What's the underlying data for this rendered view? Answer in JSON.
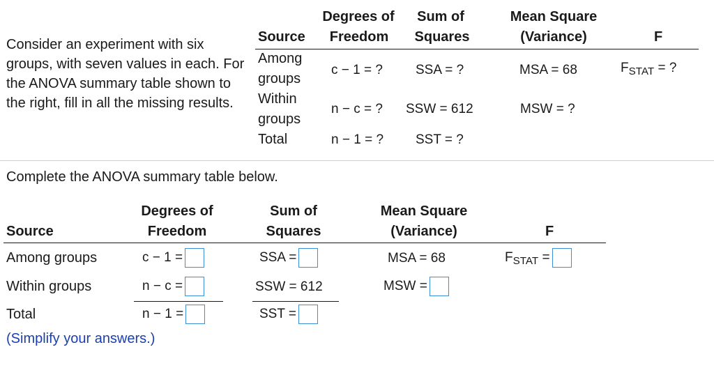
{
  "prompt": "Consider an experiment with six groups, with seven values in each. For the ANOVA summary table shown to the right, fill in all the missing results.",
  "top_table": {
    "headers": {
      "source": "Source",
      "df_line1": "Degrees of",
      "df_line2": "Freedom",
      "ss_line1": "Sum of",
      "ss_line2": "Squares",
      "ms_line1": "Mean Square",
      "ms_line2": "(Variance)",
      "f": "F"
    },
    "rows": [
      {
        "source_line1": "Among",
        "source_line2": "groups",
        "df": "c − 1 = ?",
        "ss": "SSA = ?",
        "ms": "MSA = 68",
        "f_main": "F",
        "f_sub": "STAT",
        "f_rest": " = ?"
      },
      {
        "source_line1": "Within",
        "source_line2": "groups",
        "df": "n − c = ?",
        "ss": "SSW = 612",
        "ms": "MSW = ?"
      },
      {
        "source_line1": "Total",
        "df": "n − 1 = ?",
        "ss": "SST = ?"
      }
    ]
  },
  "instruction": "Complete the ANOVA summary table below.",
  "answer_table": {
    "headers": {
      "source": "Source",
      "df_line1": "Degrees of",
      "df_line2": "Freedom",
      "ss_line1": "Sum of",
      "ss_line2": "Squares",
      "ms_line1": "Mean Square",
      "ms_line2": "(Variance)",
      "f": "F"
    },
    "rows": [
      {
        "source": "Among groups",
        "df_label": "c − 1 =",
        "ss_label": "SSA =",
        "ms": "MSA = 68",
        "f_main": "F",
        "f_sub": "STAT",
        "f_rest": " ="
      },
      {
        "source": "Within groups",
        "df_label": "n − c =",
        "ss": "SSW = 612",
        "ms_label": "MSW ="
      },
      {
        "source": "Total",
        "df_label": "n − 1 =",
        "ss_label": "SST ="
      }
    ]
  },
  "note": "(Simplify your answers.)",
  "colors": {
    "input_border": "#3a8fd6",
    "note_text": "#1a3fb0"
  }
}
